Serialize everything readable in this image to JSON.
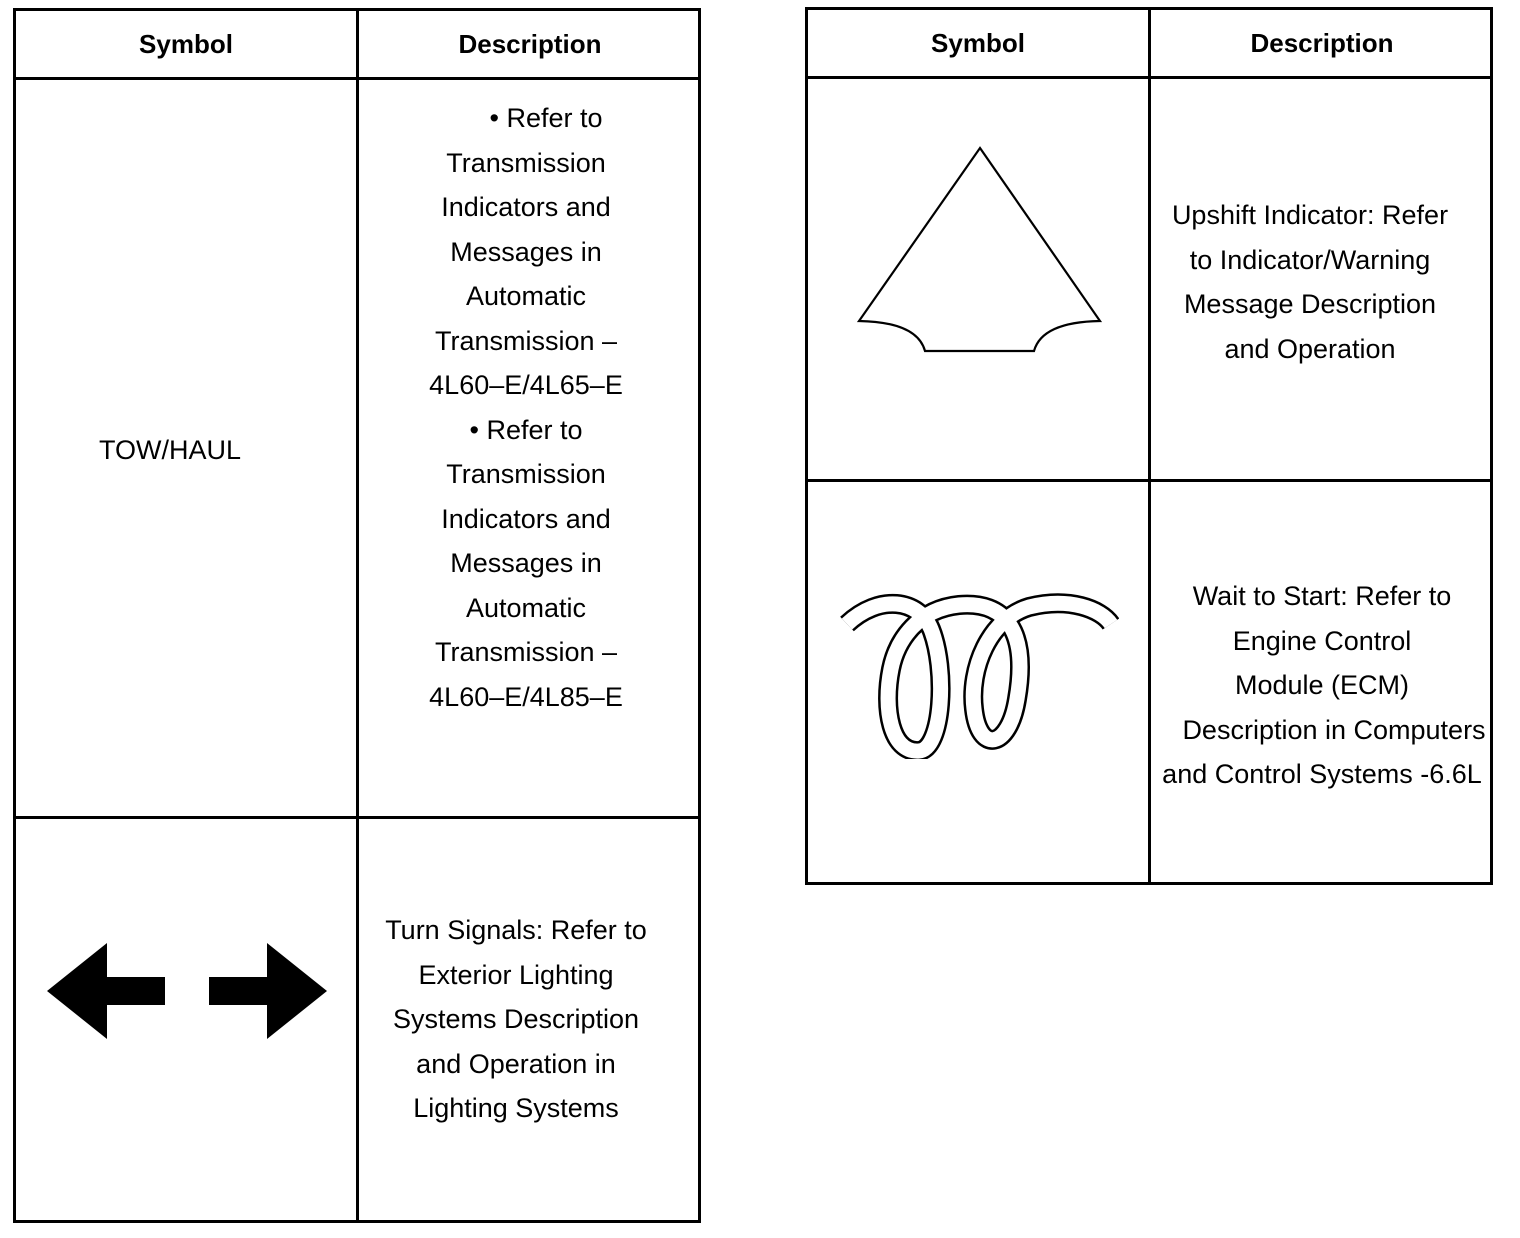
{
  "left_table": {
    "header": {
      "symbol": "Symbol",
      "description": "Description"
    },
    "rows": [
      {
        "symbol_text": "TOW/HAUL",
        "description_lines": [
          "•   Refer to",
          "Transmission",
          "Indicators and",
          "Messages in",
          "Automatic",
          "Transmission –",
          "4L60–E/4L65–E",
          "•   Refer to",
          "Transmission",
          "Indicators and",
          "Messages in",
          "Automatic",
          "Transmission –",
          "4L60–E/4L85–E"
        ]
      },
      {
        "symbol_icon": "turn-signal-arrows-icon",
        "description_lines": [
          "Turn Signals: Refer to",
          "Exterior Lighting",
          "Systems Description",
          "and Operation in",
          "Lighting Systems"
        ]
      }
    ]
  },
  "right_table": {
    "header": {
      "symbol": "Symbol",
      "description": "Description"
    },
    "rows": [
      {
        "symbol_icon": "upshift-indicator-icon",
        "description_lines": [
          "Upshift Indicator: Refer",
          "to Indicator/Warning",
          "Message Description",
          "and Operation"
        ]
      },
      {
        "symbol_icon": "glow-plug-coil-icon",
        "description_lines": [
          "Wait to Start: Refer to",
          "Engine Control",
          "Module (ECM)",
          "Description in Computers",
          "and Control Systems -6.6L"
        ]
      }
    ]
  }
}
